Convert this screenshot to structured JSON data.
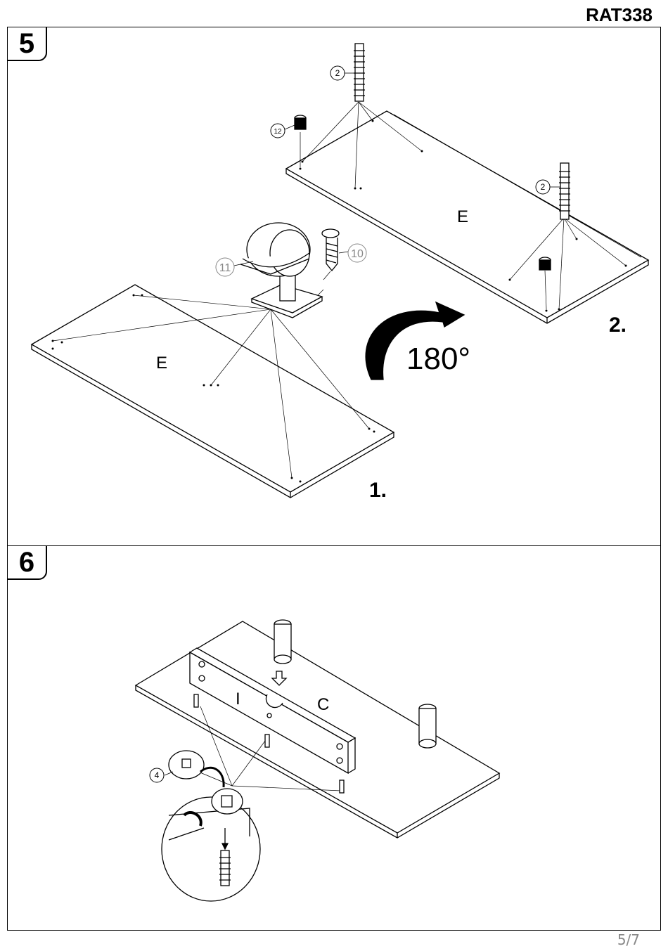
{
  "header": {
    "product_code": "RAT338"
  },
  "steps": [
    {
      "number": "5",
      "sub_steps": [
        "1.",
        "2."
      ],
      "rotation": "180°",
      "panel_label": "E",
      "part_callouts": [
        "2",
        "12",
        "11",
        "10"
      ]
    },
    {
      "number": "6",
      "panel_labels": [
        "I",
        "C"
      ],
      "part_callouts": [
        "4"
      ]
    }
  ],
  "footer": {
    "page": "5/7"
  }
}
